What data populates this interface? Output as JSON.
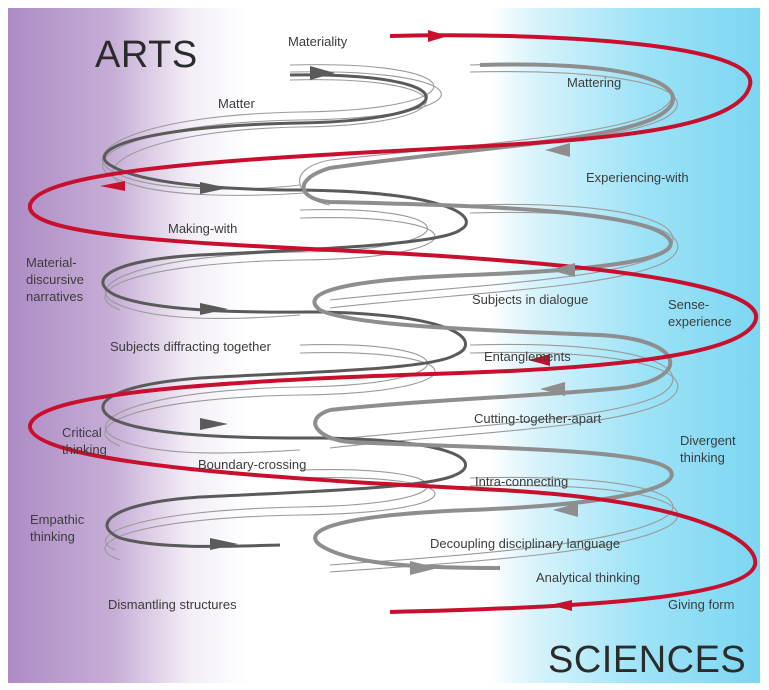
{
  "headings": {
    "arts": "ARTS",
    "sciences": "SCIENCES"
  },
  "labels": {
    "materiality": "Materiality",
    "mattering": "Mattering",
    "matter": "Matter",
    "experiencing_with": "Experiencing-with",
    "making_with": "Making-with",
    "material_discursive": "Material-\ndiscursive\nnarratives",
    "subjects_in_dialogue": "Subjects in dialogue",
    "sense_experience": "Sense-\nexperience",
    "subjects_diffracting": "Subjects diffracting together",
    "entanglements": "Entanglements",
    "cutting_together_apart": "Cutting-together-apart",
    "critical_thinking": "Critical\nthinking",
    "divergent_thinking": "Divergent\nthinking",
    "boundary_crossing": "Boundary-crossing",
    "intra_connecting": "Intra-connecting",
    "empathic_thinking": "Empathic\nthinking",
    "decoupling": "Decoupling disciplinary language",
    "analytical_thinking": "Analytical thinking",
    "dismantling_structures": "Dismantling structures",
    "giving_form": "Giving form"
  },
  "colors": {
    "arts_purple": "#ad8bc4",
    "sciences_blue": "#7cd6f2",
    "red_spiral": "#c8102e",
    "dark_spiral": "#555555",
    "light_spiral": "#8c8c8c"
  }
}
